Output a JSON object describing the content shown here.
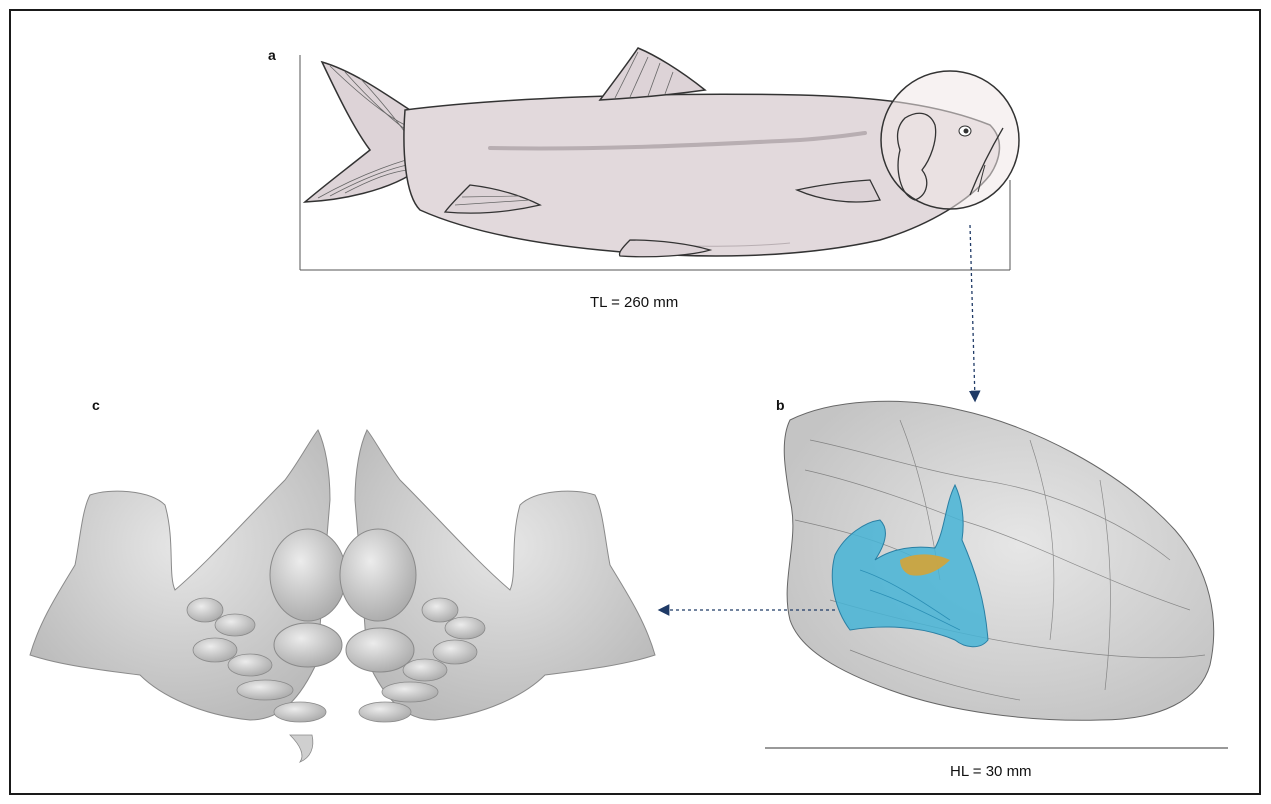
{
  "panels": {
    "a": {
      "label": "a",
      "measurement": "TL = 260 mm"
    },
    "b": {
      "label": "b",
      "measurement": "HL = 30 mm"
    },
    "c": {
      "label": "c"
    }
  },
  "colors": {
    "fish_body": "#e2d9dc",
    "fin": "#ddd3d7",
    "outline": "#333333",
    "arrow": "#1f3a66",
    "skull": "#8f8f8f",
    "pharyngeal_blue": "#47b4d6",
    "pharyngeal_orange": "#d4a437",
    "teeth_gray": "#cfcfcf"
  }
}
